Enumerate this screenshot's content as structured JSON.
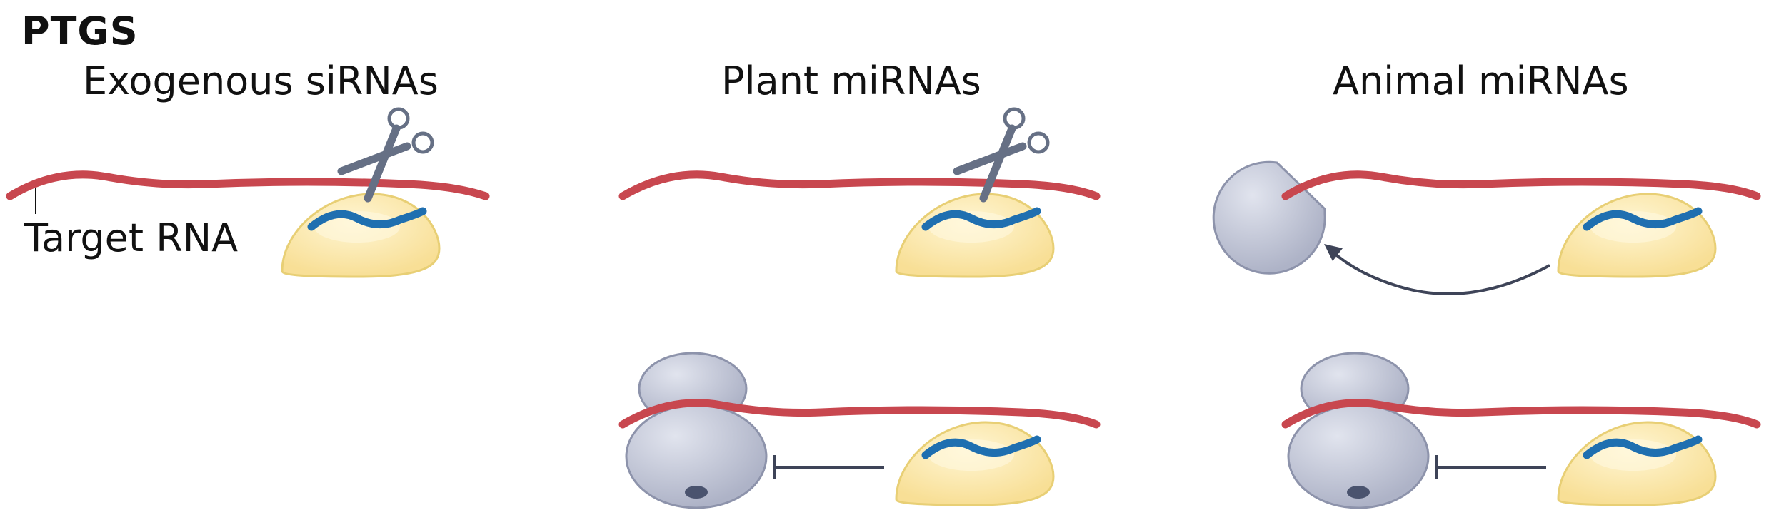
{
  "title": "PTGS",
  "columns": [
    {
      "label": "Exogenous siRNAs"
    },
    {
      "label": "Plant miRNAs"
    },
    {
      "label": "Animal miRNAs"
    }
  ],
  "target_label": "Target RNA",
  "colors": {
    "target_rna": "#c8474f",
    "small_rna": "#1f6fb0",
    "risc_fill": "#fbe6a6",
    "risc_stroke": "#e8cf75",
    "ribosome_fill": "#c2c6d6",
    "ribosome_stroke": "#8d93ab",
    "scissors": "#667085",
    "arrow": "#3e4458"
  }
}
